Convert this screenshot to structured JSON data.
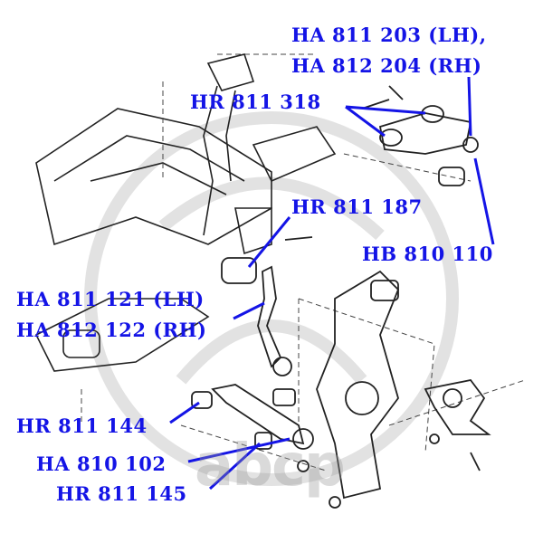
{
  "watermark": "abcp",
  "colors": {
    "label": "#1414e6",
    "line_art": "#222222",
    "watermark_logo": "#d0d0d0"
  },
  "labels": {
    "upper_arm_lh": "HA 811 203 (LH),",
    "upper_arm_rh": "HA 812 204 (RH)",
    "upper_arm_bushing": "HR 811 318",
    "compression_rod_bushing": "HR 811 187",
    "ball_joint": "HB 810 110",
    "compression_rod_lh": "HA 811 121 (LH)",
    "compression_rod_rh": "HA 812 122 (RH)",
    "lower_arm_bushing_front": "HR 811 144",
    "lower_arm": "HA 810 102",
    "lower_arm_bushing_rear": "HR 811 145"
  }
}
